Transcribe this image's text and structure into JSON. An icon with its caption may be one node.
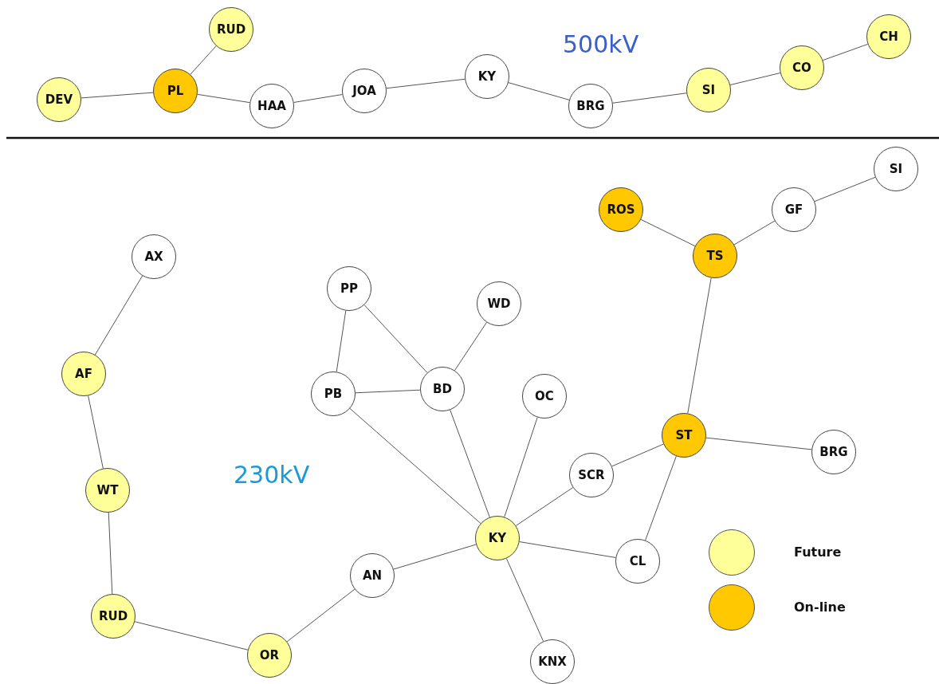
{
  "diagram": {
    "nodes": [
      {
        "text": [
          "DEV"
        ]
      },
      {
        "text": [
          "RUD"
        ]
      },
      {
        "text": [
          "PL"
        ]
      },
      {
        "text": [
          "HAA"
        ]
      },
      {
        "text": [
          "JOA"
        ]
      },
      {
        "text": [
          "KY"
        ]
      },
      {
        "text": [
          "BRG"
        ]
      },
      {
        "text": [
          "SI"
        ]
      },
      {
        "text": [
          "CO"
        ]
      },
      {
        "text": [
          "CH"
        ]
      },
      {
        "text": [
          "SI"
        ]
      },
      {
        "text": [
          "ROS"
        ]
      },
      {
        "text": [
          "GF"
        ]
      },
      {
        "text": [
          "TS"
        ]
      },
      {
        "text": [
          "AX"
        ]
      },
      {
        "text": [
          "PP"
        ]
      },
      {
        "text": [
          "WD"
        ]
      },
      {
        "text": [
          "AF"
        ]
      },
      {
        "text": [
          "BD"
        ]
      },
      {
        "text": [
          "PB"
        ]
      },
      {
        "text": [
          "OC"
        ]
      },
      {
        "text": [
          "ST"
        ]
      },
      {
        "text": [
          "BRG"
        ]
      },
      {
        "text": [
          "SCR"
        ]
      },
      {
        "text": [
          "WT"
        ]
      },
      {
        "text": [
          "KY"
        ]
      },
      {
        "text": [
          "CL"
        ]
      },
      {
        "text": [
          "AN"
        ]
      },
      {
        "text": [
          "RUD"
        ]
      },
      {
        "text": [
          "OR"
        ]
      },
      {
        "text": [
          "KNX"
        ]
      }
    ],
    "edges": [
      {
        "from": 0,
        "to": 2,
        "arrow": "none"
      },
      {
        "from": 2,
        "to": 1,
        "arrow": "none"
      },
      {
        "from": 2,
        "to": 3,
        "arrow": "none"
      },
      {
        "from": 3,
        "to": 4,
        "arrow": "none"
      },
      {
        "from": 4,
        "to": 5,
        "arrow": "none"
      },
      {
        "from": 5,
        "to": 6,
        "arrow": "none"
      },
      {
        "from": 6,
        "to": 7,
        "arrow": "none"
      },
      {
        "from": 7,
        "to": 8,
        "arrow": "none"
      },
      {
        "from": 8,
        "to": 9,
        "arrow": "none"
      },
      {
        "from": 14,
        "to": 17,
        "arrow": "none"
      },
      {
        "from": 17,
        "to": 24,
        "arrow": "none"
      },
      {
        "from": 24,
        "to": 28,
        "arrow": "none"
      },
      {
        "from": 28,
        "to": 29,
        "arrow": "none"
      },
      {
        "from": 29,
        "to": 27,
        "arrow": "none"
      },
      {
        "from": 27,
        "to": 25,
        "arrow": "none"
      },
      {
        "from": 25,
        "to": 19,
        "arrow": "none"
      },
      {
        "from": 25,
        "to": 18,
        "arrow": "none"
      },
      {
        "from": 25,
        "to": 20,
        "arrow": "none"
      },
      {
        "from": 25,
        "to": 23,
        "arrow": "none"
      },
      {
        "from": 25,
        "to": 26,
        "arrow": "none"
      },
      {
        "from": 25,
        "to": 30,
        "arrow": "none"
      },
      {
        "from": 19,
        "to": 15,
        "arrow": "none"
      },
      {
        "from": 19,
        "to": 18,
        "arrow": "none"
      },
      {
        "from": 15,
        "to": 18,
        "arrow": "none"
      },
      {
        "from": 18,
        "to": 16,
        "arrow": "none"
      },
      {
        "from": 23,
        "to": 21,
        "arrow": "none"
      },
      {
        "from": 21,
        "to": 22,
        "arrow": "none"
      },
      {
        "from": 21,
        "to": 26,
        "arrow": "none"
      },
      {
        "from": 21,
        "to": 13,
        "arrow": "none"
      },
      {
        "from": 13,
        "to": 11,
        "arrow": "none"
      },
      {
        "from": 13,
        "to": 12,
        "arrow": "none"
      },
      {
        "from": 12,
        "to": 10,
        "arrow": "none"
      }
    ],
    "labels": [
      "500kV",
      "230kV"
    ],
    "legend": [
      {
        "text": "Future",
        "color": "#ffff99"
      },
      {
        "text": "On-line",
        "color": "#ffc800"
      }
    ]
  }
}
